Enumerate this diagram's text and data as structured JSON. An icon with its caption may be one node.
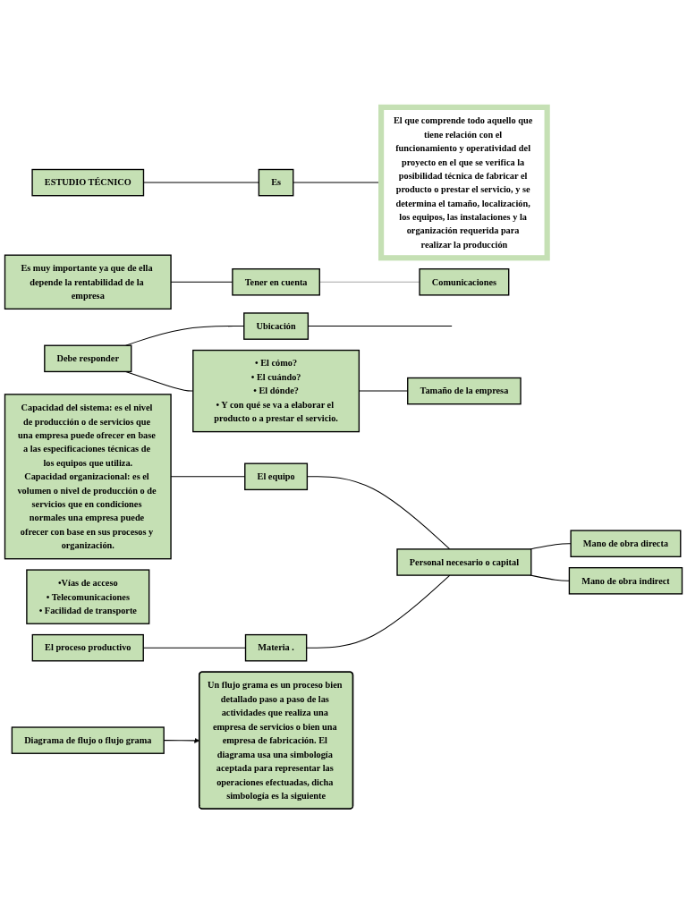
{
  "diagram": {
    "nodes": [
      {
        "text": [
          "ESTUDIO TÉCNICO"
        ]
      },
      {
        "text": [
          "Es"
        ]
      },
      {
        "text": [
          "El que comprende todo aquello que tiene relación con el funcionamiento y operatividad del proyecto en el que se verifica la posibilidad técnica de fabricar el producto o prestar el servicio, y se determina el tamaño, localización, los equipos, las instalaciones y la organización requerida para realizar la producción"
        ]
      },
      {
        "text": [
          "Debe responder"
        ]
      },
      {
        "text": [
          "Ubicación"
        ]
      },
      {
        "text": [
          "• El cómo?",
          "• El cuándo?",
          "• El dónde?",
          "• Y con qué se va a elaborar el producto o a prestar el servicio."
        ]
      },
      {
        "text": [
          "Es muy importante ya que de ella depende la rentabilidad de la empresa"
        ]
      },
      {
        "text": [
          "Tamaño de la empresa"
        ]
      },
      {
        "text": [
          "Tener en cuenta"
        ]
      },
      {
        "text": [
          "Comunicaciones"
        ]
      },
      {
        "text": [
          "Capacidad del sistema: es el nivel de producción o de servicios que una empresa puede ofrecer en base a las especificaciones técnicas de los equipos que utiliza.",
          "Capacidad organizacional: es el volumen o nivel de producción o de servicios que en condiciones normales una empresa puede ofrecer con base en sus procesos y organización."
        ]
      },
      {
        "text": [
          "•Vías de acceso",
          "• Telecomunicaciones",
          "• Facilidad de transporte"
        ]
      },
      {
        "text": [
          "El equipo"
        ]
      },
      {
        "text": [
          "Personal necesario o capital"
        ]
      },
      {
        "text": [
          "Mano de obra directa"
        ]
      },
      {
        "text": [
          "Mano de obra indirect"
        ]
      },
      {
        "text": [
          "Materia ."
        ]
      },
      {
        "text": [
          "El proceso productivo"
        ]
      },
      {
        "text": [
          "Diagrama de flujo o flujo grama"
        ]
      },
      {
        "text": [
          "Un flujo grama es un proceso bien detallado paso a paso de las actividades que realiza una empresa de servicios o bien una empresa de fabricación. El diagrama usa una simbología aceptada para representar las operaciones efectuadas, dicha simbología es la siguiente"
        ]
      }
    ],
    "edges": [
      {
        "from": 0,
        "to": 1,
        "arrow": "none"
      },
      {
        "from": 1,
        "to": 2,
        "arrow": "none"
      },
      {
        "from": 3,
        "to": 4,
        "arrow": "none"
      },
      {
        "from": 4,
        "to": null,
        "arrow": "none"
      },
      {
        "from": 3,
        "to": 5,
        "arrow": "none"
      },
      {
        "from": 5,
        "to": 7,
        "arrow": "none"
      },
      {
        "from": 6,
        "to": 8,
        "arrow": "none"
      },
      {
        "from": 8,
        "to": 9,
        "arrow": "none",
        "color": "#a6a6a6"
      },
      {
        "from": 10,
        "to": 12,
        "arrow": "none"
      },
      {
        "from": 12,
        "to": 13,
        "arrow": "none"
      },
      {
        "from": 13,
        "to": 14,
        "arrow": "none"
      },
      {
        "from": 13,
        "to": 15,
        "arrow": "none"
      },
      {
        "from": 16,
        "to": 13,
        "arrow": "none"
      },
      {
        "from": 17,
        "to": 16,
        "arrow": "none"
      },
      {
        "from": 18,
        "to": 19,
        "arrow": "to"
      }
    ]
  }
}
